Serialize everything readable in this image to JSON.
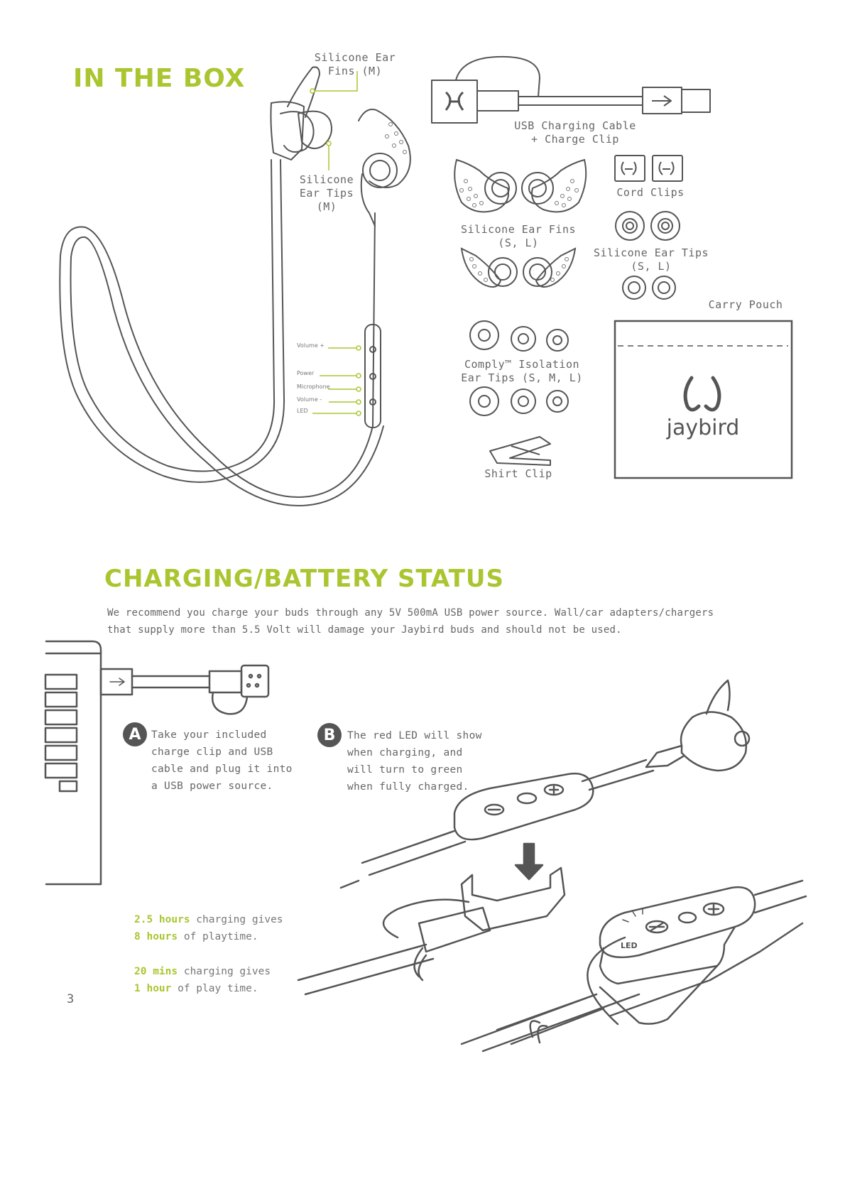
{
  "box": {
    "heading": "IN THE BOX",
    "labels": {
      "ear_fins_m": [
        "Silicone Ear",
        "Fins (M)"
      ],
      "ear_tips_m": [
        "Silicone",
        "Ear Tips",
        "(M)"
      ],
      "usb_cable": [
        "USB Charging Cable",
        "+ Charge Clip"
      ],
      "cord_clips": "Cord Clips",
      "ear_fins_sl": [
        "Silicone Ear Fins",
        "(S, L)"
      ],
      "ear_tips_sl": [
        "Silicone Ear Tips",
        "(S, L)"
      ],
      "carry_pouch": "Carry Pouch",
      "comply": [
        "Comply™ Isolation",
        "Ear Tips (S, M, L)"
      ],
      "shirt_clip": "Shirt Clip",
      "pouch_brand": "jaybird"
    },
    "remote_buttons": [
      "Volume +",
      "Power",
      "Microphone",
      "Volume -",
      "LED"
    ]
  },
  "charging": {
    "heading": "CHARGING/BATTERY STATUS",
    "intro": [
      "We recommend you charge your buds through any 5V 500mA USB power source. Wall/car adapters/chargers",
      "that supply more than 5.5 Volt will damage your Jaybird buds and should not be used."
    ],
    "step_a": {
      "badge": "A",
      "lines": [
        "Take your included",
        "charge clip and USB",
        "cable and plug it into",
        "a USB power source."
      ]
    },
    "step_b": {
      "badge": "B",
      "lines": [
        "The red LED will show",
        "when charging, and",
        "will turn to green",
        "when fully charged."
      ]
    },
    "stat1": {
      "hl1": "2.5 hours",
      "t1": " charging gives",
      "hl2": "8 hours",
      "t2": " of playtime."
    },
    "stat2": {
      "hl1": "20 mins",
      "t1": " charging gives",
      "hl2": "1 hour",
      "t2": " of play time."
    },
    "led_label": "LED"
  },
  "page_number": "3",
  "colors": {
    "accent": "#a9c630",
    "line": "#555555",
    "text": "#666666"
  }
}
